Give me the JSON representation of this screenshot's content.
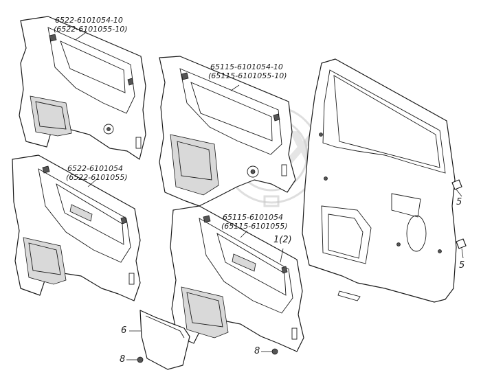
{
  "watermark": {
    "text": "OPEX"
  },
  "part_labels": {
    "panel_a": {
      "code": "6522-6101054-10",
      "alt": "(6522-6101055-10)"
    },
    "panel_b": {
      "code": "65115-6101054-10",
      "alt": "(65115-6101055-10)"
    },
    "panel_c": {
      "code": "6522-6101054",
      "alt": "(6522-6101055)"
    },
    "panel_d": {
      "code": "65115-6101054",
      "alt": "(65115-6101055)"
    }
  },
  "callouts": {
    "item_1": "1(2)",
    "item_5_upper": "5",
    "item_5_lower": "5",
    "item_6": "6",
    "item_8_left": "8",
    "item_8_right": "8"
  }
}
